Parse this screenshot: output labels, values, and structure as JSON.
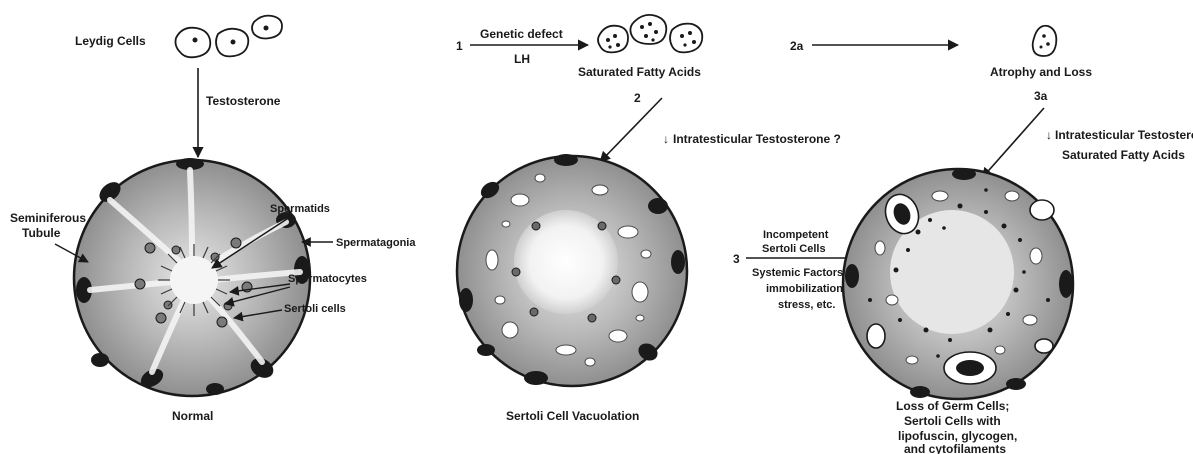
{
  "left": {
    "leydig": "Leydig Cells",
    "testosterone": "Testosterone",
    "tubule_l1": "Seminiferous",
    "tubule_l2": "Tubule",
    "spermatids": "Spermatids",
    "spermatagonia": "Spermatagonia",
    "spermatocytes": "Spermatocytes",
    "sertoli": "Sertoli cells",
    "caption": "Normal"
  },
  "middle": {
    "step1": "1",
    "genetic": "Genetic defect",
    "lh": "LH",
    "fatty": "Saturated Fatty Acids",
    "step2": "2",
    "intratest": "Intratesticular Testosterone ?",
    "caption": "Sertoli Cell Vacuolation"
  },
  "bridge": {
    "step3": "3",
    "incomp1": "Incompetent",
    "incomp2": "Sertoli Cells",
    "sys1": "Systemic Factors:",
    "sys2": "immobilization,",
    "sys3": "stress, etc."
  },
  "right": {
    "step2a": "2a",
    "atrophy": "Atrophy and Loss",
    "step3a": "3a",
    "intratest": "Intratesticular Testosterone",
    "fatty": "Saturated Fatty Acids",
    "cap1": "Loss of Germ Cells;",
    "cap2": "Sertoli Cells with",
    "cap3": "lipofuscin, glycogen,",
    "cap4": "and cytofilaments"
  }
}
